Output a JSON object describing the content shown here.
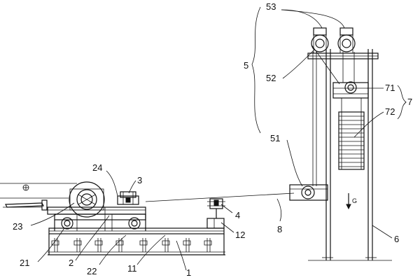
{
  "labels": {
    "n1": "1",
    "n2": "2",
    "n3": "3",
    "n4": "4",
    "n5": "5",
    "n6": "6",
    "n7": "7",
    "n8": "8",
    "n11": "11",
    "n12": "12",
    "n21": "21",
    "n22": "22",
    "n23": "23",
    "n24": "24",
    "n51": "51",
    "n52": "52",
    "n53": "53",
    "n71": "71",
    "n72": "72",
    "gravity": "G"
  }
}
